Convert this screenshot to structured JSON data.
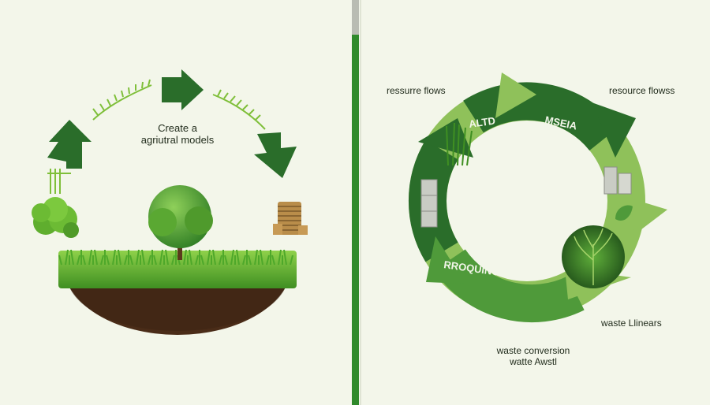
{
  "left_panel": {
    "title_line1": "Create a",
    "title_line2": "agriutral models"
  },
  "right_panel": {
    "label_top_left": "ressurre flows",
    "label_top_right": "resource flowss",
    "label_bottom_right": "waste Llinears",
    "label_bottom_line1": "waste conversion",
    "label_bottom_line2": "watte Awstl",
    "arrow_text_top": "ALTD",
    "arrow_text_right": "MSEIA",
    "arrow_text_bottom": "RROQUINGHMICIN"
  },
  "colors": {
    "background": "#f3f6ea",
    "dark_green": "#2a6d2a",
    "mid_green": "#4f9a3a",
    "light_green": "#8fc15a",
    "soil": "#4a2c18",
    "divider": "#2f8a2b"
  },
  "icons": [
    "arrow-icon",
    "bush-icon",
    "tree-icon",
    "grass-icon",
    "coin-stack-icon",
    "barrel-icon",
    "leaf-icon",
    "tree-circle-icon"
  ]
}
